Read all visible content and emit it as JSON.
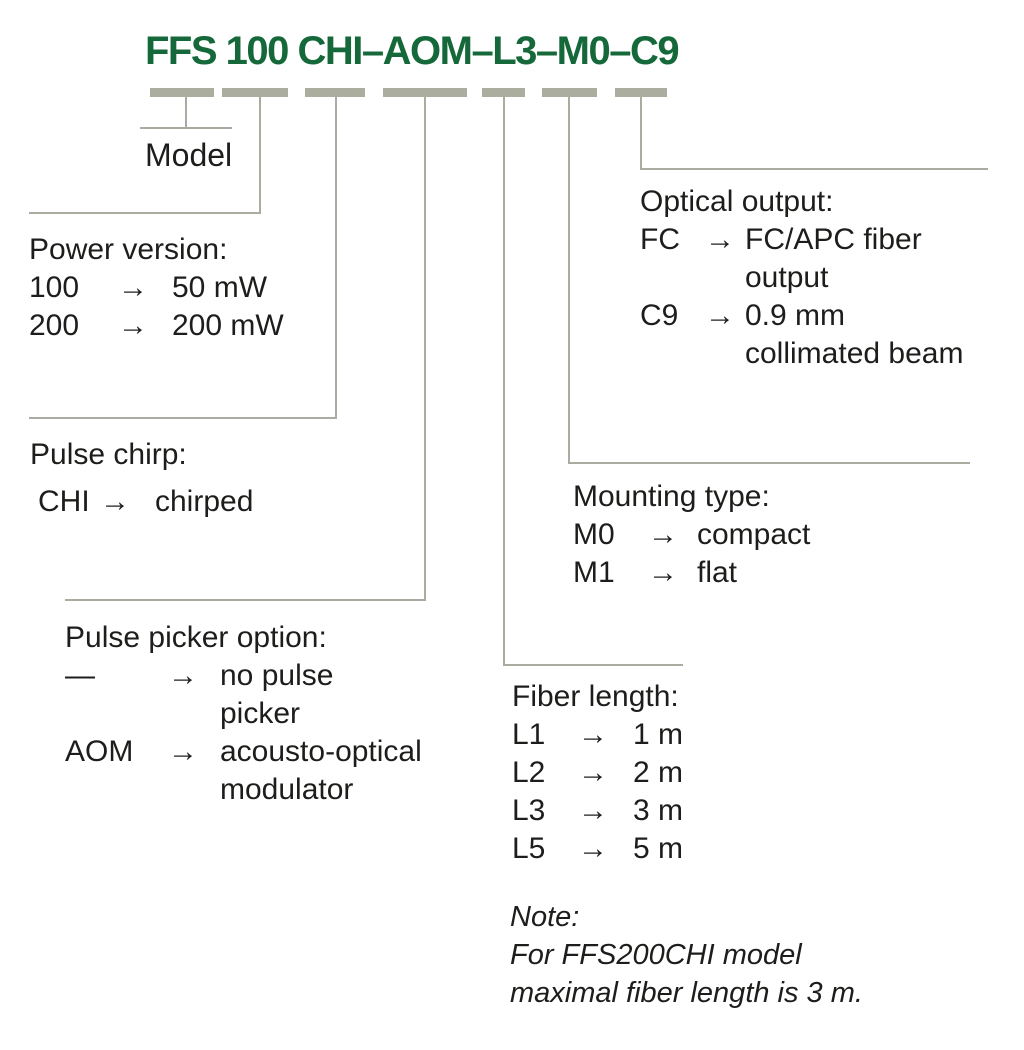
{
  "title": {
    "text": "FFS 100 CHI–AOM–L3–M0–C9"
  },
  "segments": [
    "FFS",
    "100",
    "CHI",
    "AOM",
    "L3",
    "M0",
    "C9"
  ],
  "model_label": "Model",
  "sections": {
    "power_version": {
      "title": "Power version:",
      "rows": [
        {
          "code": "100",
          "arrow": "→",
          "value": "50 mW"
        },
        {
          "code": "200",
          "arrow": "→",
          "value": "200 mW"
        }
      ]
    },
    "pulse_chirp": {
      "title": "Pulse chirp:",
      "rows": [
        {
          "code": "CHI",
          "arrow": "→",
          "value": "chirped"
        }
      ]
    },
    "pulse_picker": {
      "title": "Pulse picker option:",
      "rows": [
        {
          "code": "—",
          "arrow": "→",
          "value": "no pulse"
        },
        {
          "code": "",
          "arrow": "",
          "value": "picker"
        },
        {
          "code": "AOM",
          "arrow": "→",
          "value": "acousto-optical"
        },
        {
          "code": "",
          "arrow": "",
          "value": "modulator"
        }
      ]
    },
    "fiber_length": {
      "title": "Fiber length:",
      "rows": [
        {
          "code": "L1",
          "arrow": "→",
          "value": "1 m"
        },
        {
          "code": "L2",
          "arrow": "→",
          "value": "2 m"
        },
        {
          "code": "L3",
          "arrow": "→",
          "value": "3 m"
        },
        {
          "code": "L5",
          "arrow": "→",
          "value": "5 m"
        }
      ]
    },
    "mounting_type": {
      "title": "Mounting type:",
      "rows": [
        {
          "code": "M0",
          "arrow": "→",
          "value": "compact"
        },
        {
          "code": "M1",
          "arrow": "→",
          "value": "flat"
        }
      ]
    },
    "optical_output": {
      "title": "Optical output:",
      "rows": [
        {
          "code": "FC",
          "arrow": "→",
          "value": "FC/APC fiber"
        },
        {
          "code": "",
          "arrow": "",
          "value": "output"
        },
        {
          "code": "C9",
          "arrow": "→",
          "value": "0.9 mm"
        },
        {
          "code": "",
          "arrow": "",
          "value": "collimated beam"
        }
      ]
    }
  },
  "note": {
    "line1": "Note:",
    "line2": "For FFS200CHI model",
    "line3": "maximal fiber length is 3 m."
  },
  "colors": {
    "title_green": "#146839",
    "bar_gray": "#abae9f",
    "line_gray": "#a9aca1",
    "text": "#1d1d1b"
  }
}
